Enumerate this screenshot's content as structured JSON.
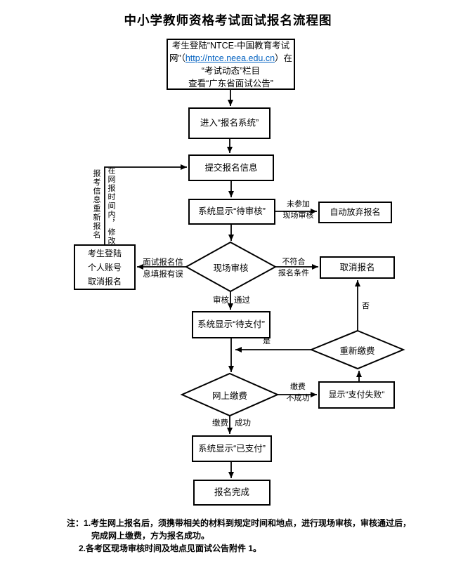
{
  "title": "中小学教师资格考试面试报名流程图",
  "colors": {
    "line": "#000000",
    "text": "#000000",
    "link": "#0563c1",
    "background": "#ffffff"
  },
  "flowchart": {
    "boxes": {
      "login_portal": {
        "line1": "考生登陆“NTCE-中国教育考试",
        "line2_pre": "网”（",
        "url": "http://ntce.neea.edu.cn",
        "line2_post": "）在",
        "line3": "“考试动态”栏目",
        "line4": "查看“广东省面试公告”"
      },
      "enter_system": "进入“报名系统”",
      "submit_info": "提交报名信息",
      "pending_review": "系统显示“待审核”",
      "auto_abandon": "自动放弃报名",
      "cancel_login": {
        "line1": "考生登陆",
        "line2": "个人账号",
        "line3": "取消报名"
      },
      "cancel_registration": "取消报名",
      "pending_payment": "系统显示“待支付”",
      "payment_failed": "显示“支付失败”",
      "paid": "系统显示“已支付”",
      "complete": "报名完成"
    },
    "diamonds": {
      "onsite_review": "现场审核",
      "repay": "重新缴费",
      "online_payment": "网上缴费"
    },
    "labels": {
      "not_attend_1": "未参加",
      "not_attend_2": "现场审核",
      "info_error_1": "面试报名信",
      "info_error_2": "息填报有误",
      "not_qualified_1": "不符合",
      "not_qualified_2": "报名条件",
      "review_pass_left": "审核",
      "review_pass_right": "通过",
      "pay_fail_1": "缴费",
      "pay_fail_2": "不成功",
      "pay_success_left": "缴费",
      "pay_success_right": "成功",
      "yes": "是",
      "no": "否",
      "modify_col_right": "在网报时间内，修改",
      "modify_col_left": "报考信息重新报名"
    }
  },
  "notes": {
    "prefix": "注：",
    "line1": "1.考生网上报名后，须携带相关的材料到规定时间和地点，进行现场审核，审核通过后，",
    "line2": "完成网上缴费，方为报名成功。",
    "line3": "2.各考区现场审核时间及地点见面试公告附件 1。"
  }
}
